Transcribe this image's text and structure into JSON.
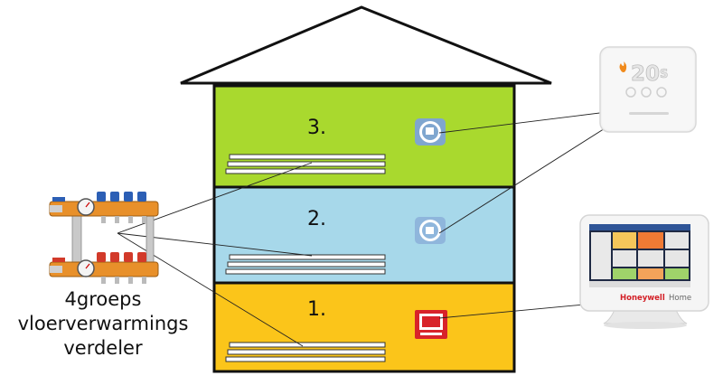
{
  "house": {
    "floors": [
      {
        "label": "3.",
        "color": "#a9d92e"
      },
      {
        "label": "2.",
        "color": "#a7d8ea"
      },
      {
        "label": "1.",
        "color": "#fbc51a"
      }
    ],
    "outline_color": "#111111"
  },
  "manifold": {
    "caption_lines": [
      "4groeps",
      "vloerverwarmings",
      "verdeler"
    ]
  },
  "thermostat_small": {
    "display": "20",
    "display_unit": "S"
  },
  "thermostat_touch": {
    "brand": "Honeywell",
    "brand_suffix": "Home"
  },
  "icons": {
    "floor3": "room-thermostat-icon",
    "floor2": "room-thermostat-icon",
    "floor1": "touchscreen-controller-icon"
  }
}
